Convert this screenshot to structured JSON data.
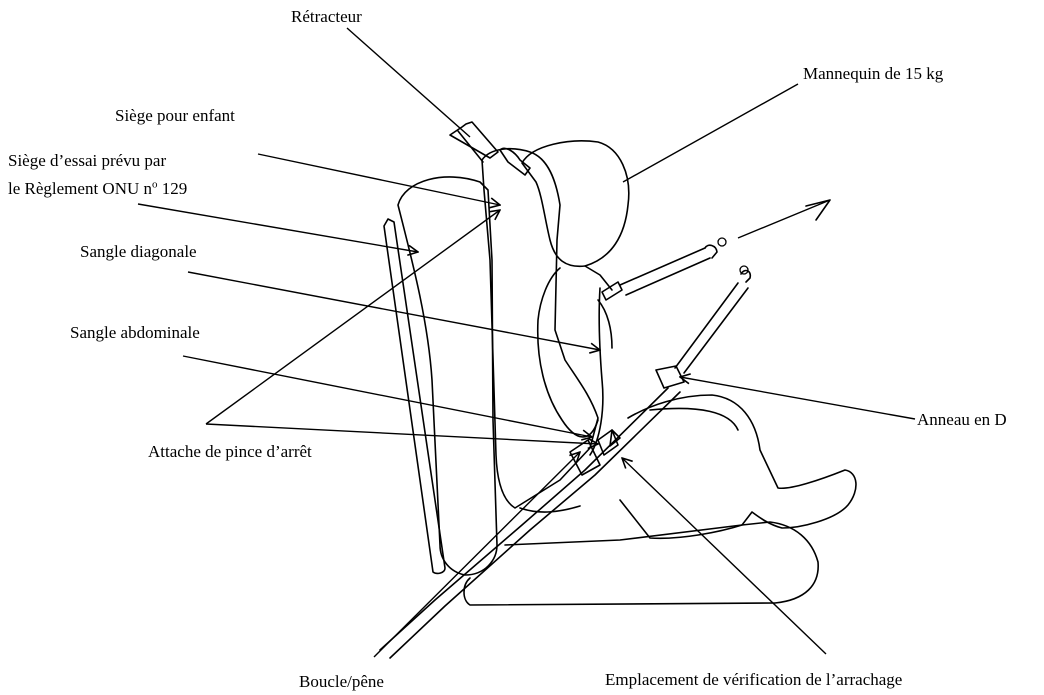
{
  "labels": {
    "retracteur": "Rétracteur",
    "mannequin": "Mannequin de 15 kg",
    "siege_enfant": "Siège pour enfant",
    "siege_essai_line1": "Siège d’essai prévu par",
    "siege_essai_line2": "le Règlement ONU n",
    "siege_essai_sup": "o",
    "siege_essai_num": " 129",
    "sangle_diagonale": "Sangle diagonale",
    "sangle_abdominale": "Sangle abdominale",
    "attache_pince": "Attache de pince d’arrêt",
    "anneau_d": "Anneau en D",
    "boucle_pene": "Boucle/pêne",
    "emplacement": "Emplacement de vérification de l’arrachage"
  }
}
